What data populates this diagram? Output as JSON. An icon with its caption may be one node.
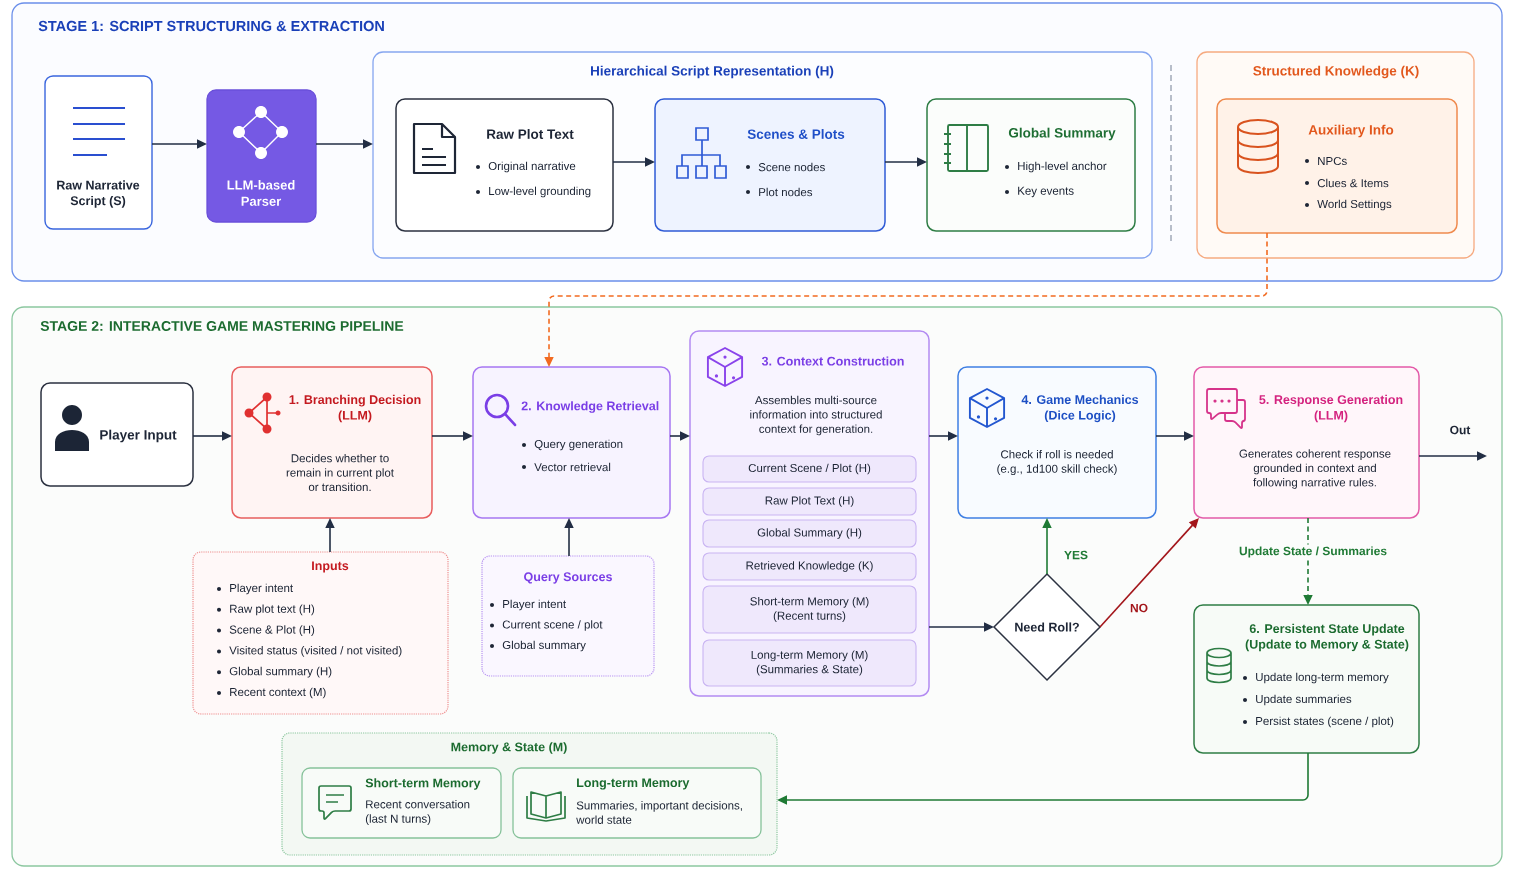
{
  "diagram": {
    "nodes": [
      {
        "text": [
          "STAGE 1: SCRIPT STRUCTURING & EXTRACTION"
        ]
      },
      {
        "text": [
          "Raw Narrative Script (S)"
        ],
        "in": 0
      },
      {
        "text": [
          "LLM-based Parser"
        ],
        "in": 0
      },
      {
        "text": [
          "Hierarchical Script Representation (H)"
        ],
        "in": 0
      },
      {
        "text": [
          "Raw Plot Text",
          "Original narrative",
          "Low-level grounding"
        ],
        "in": 3
      },
      {
        "text": [
          "Scenes & Plots",
          "Scene nodes",
          "Plot nodes"
        ],
        "in": 3
      },
      {
        "text": [
          "Global Summary",
          "High-level anchor",
          "Key events"
        ],
        "in": 3
      },
      {
        "text": [
          "Structured Knowledge (K)"
        ],
        "in": 0
      },
      {
        "text": [
          "Auxiliary Info",
          "NPCs",
          "Clues & Items",
          "World Settings"
        ],
        "in": 7
      },
      {
        "text": [
          "STAGE 2: INTERACTIVE GAME MASTERING PIPELINE"
        ]
      },
      {
        "text": [
          "Player Input"
        ],
        "in": 9
      },
      {
        "text": [
          "1. Branching Decision (LLM)",
          "Decides whether to remain in current plot or transition."
        ],
        "in": 9
      },
      {
        "text": [
          "2. Knowledge Retrieval",
          "Query generation",
          "Vector retrieval"
        ],
        "in": 9
      },
      {
        "text": [
          "3. Context Construction",
          "Assembles multi-source information into structured context for generation."
        ],
        "in": 9
      },
      {
        "text": [
          "Current Scene / Plot (H)"
        ],
        "in": 13
      },
      {
        "text": [
          "Raw Plot Text (H)"
        ],
        "in": 13
      },
      {
        "text": [
          "Global Summary (H)"
        ],
        "in": 13
      },
      {
        "text": [
          "Retrieved Knowledge (K)"
        ],
        "in": 13
      },
      {
        "text": [
          "Short-term Memory (M) (Recent turns)"
        ],
        "in": 13
      },
      {
        "text": [
          "Long-term Memory (M) (Summaries & State)"
        ],
        "in": 13
      },
      {
        "text": [
          "4. Game Mechanics (Dice Logic)",
          "Check if roll is needed (e.g., 1d100 skill check)"
        ],
        "in": 9
      },
      {
        "text": [
          "5. Response Generation (LLM)",
          "Generates coherent response grounded in context and following narrative rules."
        ],
        "in": 9
      },
      {
        "text": [
          "Inputs",
          "Player intent",
          "Raw plot text (H)",
          "Scene & Plot (H)",
          "Visited status (visited / not visited)",
          "Global summary (H)",
          "Recent context (M)"
        ],
        "in": 9
      },
      {
        "text": [
          "Query Sources",
          "Player intent",
          "Current scene / plot",
          "Global summary"
        ],
        "in": 9
      },
      {
        "text": [
          "Need Roll?"
        ],
        "in": 9
      },
      {
        "text": [
          "6. Persistent State Update (Update to Memory & State)",
          "Update long-term memory",
          "Update summaries",
          "Persist states (scene / plot)"
        ],
        "in": 9
      },
      {
        "text": [
          "Memory & State (M)"
        ],
        "in": 9
      },
      {
        "text": [
          "Short-term Memory",
          "Recent conversation (last N turns)"
        ],
        "in": 26
      },
      {
        "text": [
          "Long-term Memory",
          "Summaries, important decisions, world state"
        ],
        "in": 26
      }
    ],
    "edges": [
      {
        "from": 1,
        "to": 2,
        "arrow": "to"
      },
      {
        "from": 2,
        "to": 3,
        "arrow": "to"
      },
      {
        "from": 4,
        "to": 5,
        "arrow": "to"
      },
      {
        "from": 5,
        "to": 6,
        "arrow": "to"
      },
      {
        "from": 8,
        "to": 12,
        "arrow": "to",
        "style": "dashed",
        "color": "#f26b21"
      },
      {
        "from": 10,
        "to": 11,
        "arrow": "to"
      },
      {
        "from": 11,
        "to": 12,
        "arrow": "to"
      },
      {
        "from": 12,
        "to": 13,
        "arrow": "to"
      },
      {
        "from": 13,
        "to": 20,
        "arrow": "to"
      },
      {
        "from": 20,
        "to": 21,
        "arrow": "to"
      },
      {
        "from": 21,
        "to": null,
        "arrow": "to",
        "label": "Out"
      },
      {
        "from": 22,
        "to": 11,
        "arrow": "to"
      },
      {
        "from": 23,
        "to": 12,
        "arrow": "to"
      },
      {
        "from": 13,
        "to": 24,
        "arrow": "to"
      },
      {
        "from": 24,
        "to": 20,
        "arrow": "to",
        "label": "YES",
        "color": "#1f7a35"
      },
      {
        "from": 24,
        "to": 21,
        "arrow": "to",
        "label": "NO",
        "color": "#a3161b"
      },
      {
        "from": 21,
        "to": 25,
        "arrow": "to",
        "label": "Update State / Summaries",
        "style": "dashed",
        "color": "#1f7a35"
      },
      {
        "from": 25,
        "to": 26,
        "arrow": "to",
        "color": "#1f7a35"
      }
    ]
  }
}
